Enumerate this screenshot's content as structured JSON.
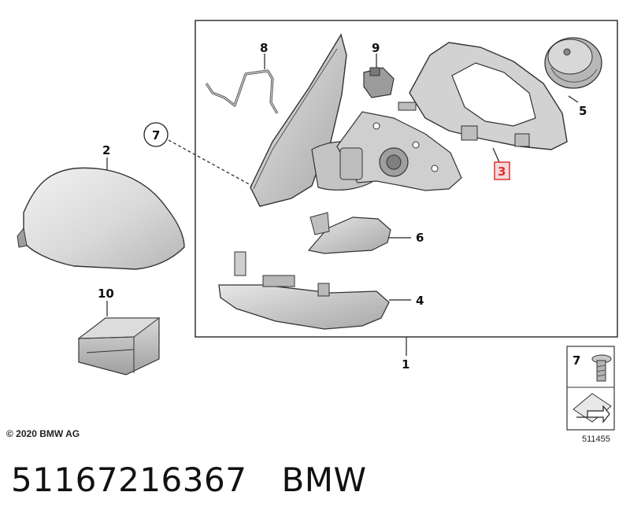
{
  "callouts": {
    "c1": "1",
    "c2": "2",
    "c3": "3",
    "c4": "4",
    "c5": "5",
    "c6": "6",
    "c7": "7",
    "c8": "8",
    "c9": "9",
    "c10": "10",
    "c7_circle": "7",
    "c7_box": "7"
  },
  "copyright": "© 2020 BMW AG",
  "diagram_id": "511455",
  "footer": {
    "part_number": "51167216367",
    "brand": "BMW"
  },
  "colors": {
    "highlight": "#e03030",
    "line": "#222222",
    "part_fill": "#d4d4d4",
    "part_shade": "#a9a9a9"
  }
}
